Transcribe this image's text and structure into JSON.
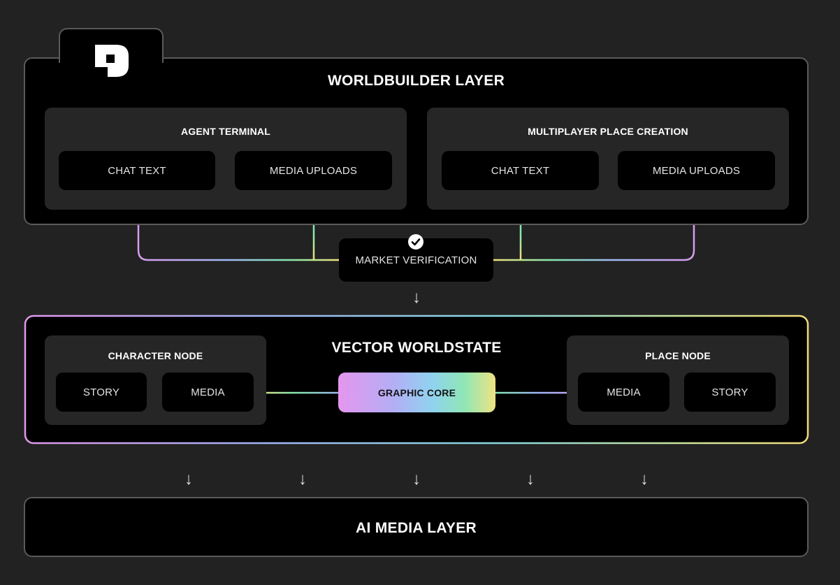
{
  "worldbuilder": {
    "title": "WORLDBUILDER LAYER",
    "agent_terminal": {
      "title": "AGENT TERMINAL",
      "left": "CHAT TEXT",
      "right": "MEDIA UPLOADS"
    },
    "multiplayer": {
      "title": "MULTIPLAYER PLACE CREATION",
      "left": "CHAT TEXT",
      "right": "MEDIA UPLOADS"
    }
  },
  "verification": {
    "label": "MARKET VERIFICATION",
    "icon": "check-circle-icon"
  },
  "arrow_glyph": "↓",
  "worldstate": {
    "title": "VECTOR WORLDSTATE",
    "character_node": {
      "title": "CHARACTER NODE",
      "left": "STORY",
      "right": "MEDIA"
    },
    "core": "GRAPHIC CORE",
    "place_node": {
      "title": "PLACE NODE",
      "left": "MEDIA",
      "right": "STORY"
    }
  },
  "ai_media": {
    "title": "AI MEDIA LAYER"
  },
  "colors": {
    "background": "#222222",
    "box": "#000000",
    "panel": "#262626",
    "gradient_pink": "#d99bf2",
    "gradient_blue": "#8fc7f7",
    "gradient_green": "#84e9b0",
    "gradient_yellow": "#f0e27a"
  }
}
